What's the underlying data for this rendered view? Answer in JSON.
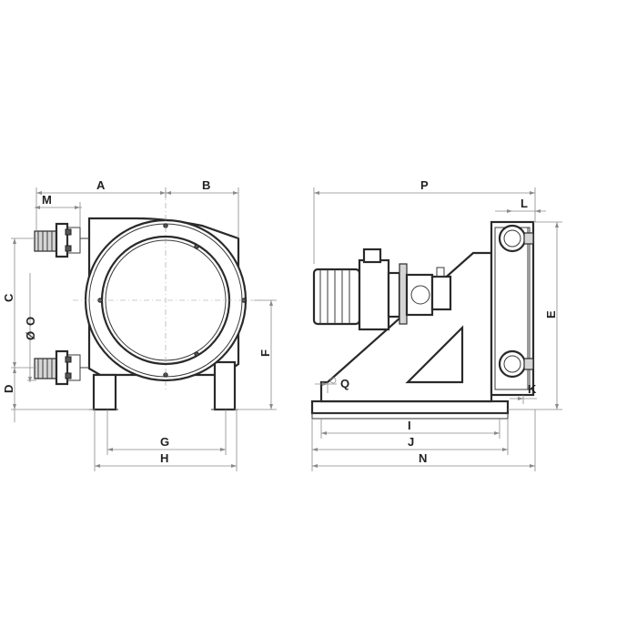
{
  "labels": {
    "A": "A",
    "B": "B",
    "M": "M",
    "C": "C",
    "O": "O",
    "D": "D",
    "F": "F",
    "G": "G",
    "H": "H",
    "P": "P",
    "L": "L",
    "E": "E",
    "Q": "Q",
    "K": "K",
    "I": "I",
    "J": "J",
    "N": "N"
  },
  "symbols": {
    "diameter": "Ø"
  },
  "colors": {
    "line": "#2a2a2a",
    "dimension": "#8a8a8a",
    "shade": "#d6d6d6"
  }
}
